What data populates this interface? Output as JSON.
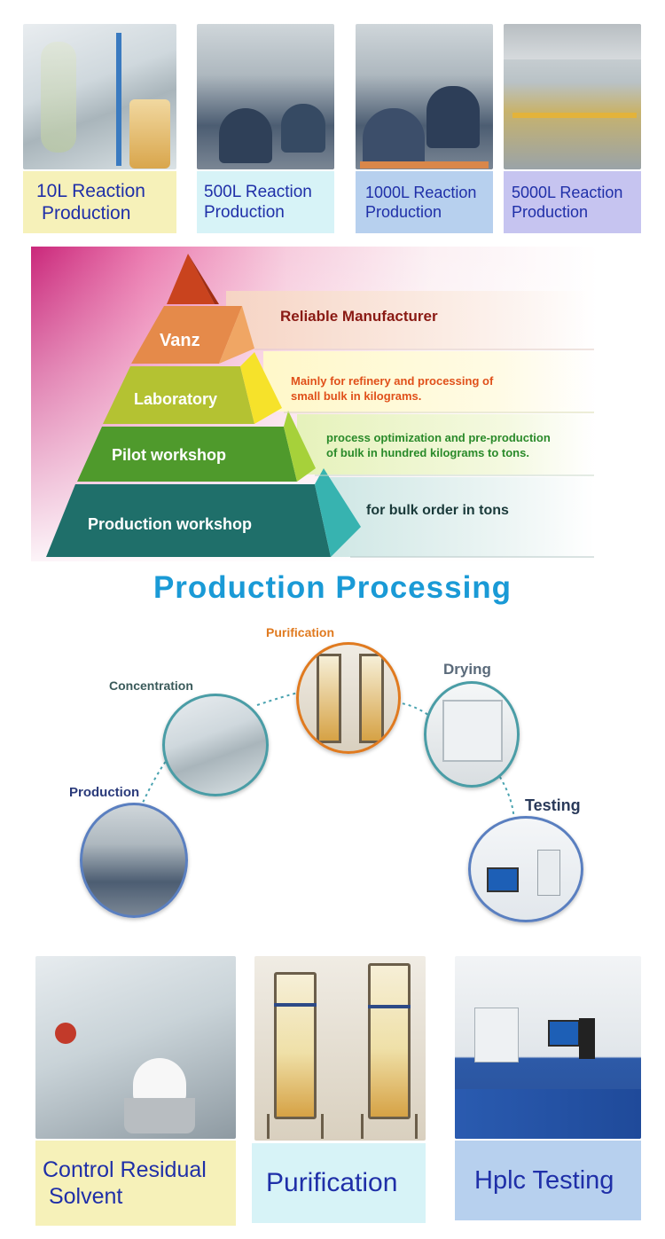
{
  "top_tiles": [
    {
      "label_line1": "10L Reaction",
      "label_line2": "Production",
      "label_bg": "#f6f1b9"
    },
    {
      "label_line1": "500L Reaction",
      "label_line2": "Production",
      "label_bg": "#d7f3f7"
    },
    {
      "label_line1": "1000L Reaction",
      "label_line2": "Production",
      "label_bg": "#b7d0ee"
    },
    {
      "label_line1": "5000L Reaction",
      "label_line2": "Production",
      "label_bg": "#c6c4f0"
    }
  ],
  "pyramid": {
    "levels": [
      {
        "name": "Vanz",
        "caption": "Reliable Manufacturer",
        "color": "#e58a4a",
        "caption_color": "#8a1a14"
      },
      {
        "name": "Laboratory",
        "caption_line1": "Mainly for refinery and processing of",
        "caption_line2": "small bulk in kilograms.",
        "color": "#b4c232",
        "caption_color": "#e0501a"
      },
      {
        "name": "Pilot workshop",
        "caption_line1": "process optimization and pre-production",
        "caption_line2": "of bulk  in hundred kilograms to tons.",
        "color": "#4f9a2c",
        "caption_color": "#2a8a2a"
      },
      {
        "name": "Production workshop",
        "caption": "for bulk order in tons",
        "color": "#1f6f6a",
        "caption_color": "#1a3a3a"
      }
    ]
  },
  "processing": {
    "title": "Production Processing",
    "title_color": "#1a9ad6",
    "steps": [
      {
        "label": "Production",
        "label_color": "#2a3a7a"
      },
      {
        "label": "Concentration",
        "label_color": "#3a5a5a"
      },
      {
        "label": "Purification",
        "label_color": "#e07a1f"
      },
      {
        "label": "Drying",
        "label_color": "#5a6a7a"
      },
      {
        "label": "Testing",
        "label_color": "#2a3a5a"
      }
    ]
  },
  "bottom_tiles": [
    {
      "label_line1": "Control Residual",
      "label_line2": " Solvent",
      "label_bg": "#f6f1b9"
    },
    {
      "label_line1": "Purification",
      "label_bg": "#d7f3f7"
    },
    {
      "label_line1": "Hplc Testing",
      "label_bg": "#b7d0ee"
    }
  ],
  "colors": {
    "label_text": "#1f2fa8"
  }
}
